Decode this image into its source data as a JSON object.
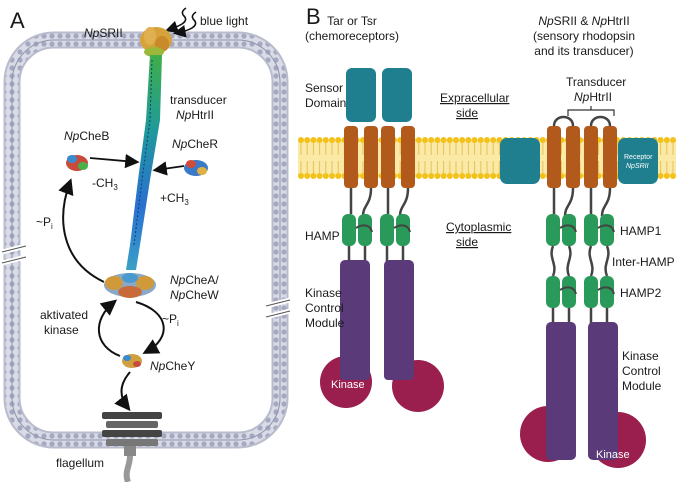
{
  "panel_a": {
    "letter": "A",
    "blue_light": "blue light",
    "srii_it": "Np",
    "srii_rest": "SRII",
    "transducer_line1": "transducer",
    "transducer_it": "Np",
    "transducer_rest": "HtrII",
    "cheb_it": "Np",
    "cheb_rest": "CheB",
    "cher_it": "Np",
    "cher_rest": "CheR",
    "minus_ch3": "-CH",
    "plus_ch3": "+CH",
    "ch3_sub": "3",
    "pi_left": "~P",
    "pi_right": "~P",
    "pi_sub": "i",
    "chea_it": "Np",
    "chea_rest": "CheA/",
    "chew_it": "Np",
    "chew_rest": "CheW",
    "aktivated_line1": "aktivated",
    "aktivated_line2": "kinase",
    "chey_it": "Np",
    "chey_rest": "CheY",
    "flagellum": "flagellum"
  },
  "panel_b": {
    "letter": "B",
    "tar_line1": "Tar or Tsr",
    "tar_line2": "(chemoreceptors)",
    "np_head_it1": "Np",
    "np_head_mid": "SRII & ",
    "np_head_it2": "Np",
    "np_head_end": "HtrII",
    "np_head_line2": "(sensory rhodopsin",
    "np_head_line3": "and its transducer)",
    "sensor_line1": "Sensor",
    "sensor_line2": "Domain",
    "extracellular_line1": "Expracellular",
    "extracellular_line2": "side",
    "transducer_label": "Transducer",
    "transducer_it": "Np",
    "transducer_rest": "HtrII",
    "receptor_line1": "Receptor",
    "receptor_line2": "NpSRII",
    "hamp": "HAMP",
    "cytoplasmic_line1": "Cytoplasmic",
    "cytoplasmic_line2": "side",
    "hamp1": "HAMP1",
    "inter_hamp": "Inter-HAMP",
    "hamp2": "HAMP2",
    "kinase_control_line1": "Kinase",
    "kinase_control_line2": "Control",
    "kinase_control_line3": "Module",
    "kinase_left": "Kinase",
    "kinase_right": "Kinase"
  },
  "colors": {
    "sensor_teal": "#1f7f8f",
    "tm_helix_orange": "#b25a1c",
    "hamp_green": "#2a9a5a",
    "kinase_purple": "#5a3a78",
    "kinase_head_magenta": "#9a1f4e",
    "membrane_yellow": "#f2c21a",
    "cell_membrane_gray": "#b9bccc"
  }
}
